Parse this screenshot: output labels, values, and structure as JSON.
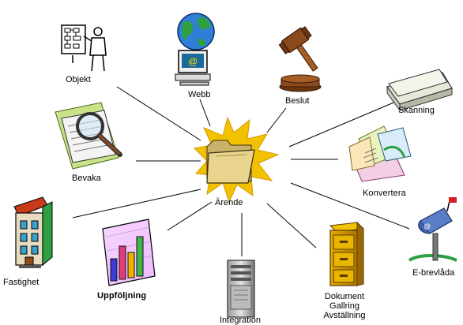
{
  "center": {
    "label": "Ärende",
    "icon": "folder-icon"
  },
  "nodes": [
    {
      "id": "objekt",
      "label": "Objekt",
      "icon": "presenter-flowchart-icon",
      "bold": false
    },
    {
      "id": "webb",
      "label": "Webb",
      "icon": "globe-computer-icon",
      "bold": false
    },
    {
      "id": "beslut",
      "label": "Beslut",
      "icon": "gavel-icon",
      "bold": false
    },
    {
      "id": "skanning",
      "label": "Skanning",
      "icon": "scanner-icon",
      "bold": false
    },
    {
      "id": "konvertera",
      "label": "Konvertera",
      "icon": "papers-icon",
      "bold": true
    },
    {
      "id": "e-brevlada",
      "label": "E-brevlåda",
      "icon": "mailbox-icon",
      "bold": false
    },
    {
      "id": "dokument",
      "label": "Dokument\nGallring\nAvställning",
      "icon": "file-cabinet-icon",
      "bold": false
    },
    {
      "id": "integration",
      "label": "Integration",
      "icon": "server-tower-icon",
      "bold": false
    },
    {
      "id": "uppfoljning",
      "label": "Uppföljning",
      "icon": "bar-chart-icon",
      "bold": true
    },
    {
      "id": "fastighet",
      "label": "Fastighet",
      "icon": "building-icon",
      "bold": false
    },
    {
      "id": "bevaka",
      "label": "Bevaka",
      "icon": "magnifier-document-icon",
      "bold": false
    }
  ],
  "colors": {
    "line": "#000000",
    "folder": "#e8d48c",
    "folder_burst": "#f2c200",
    "globe_sea": "#2f7fd8",
    "globe_land": "#2ea043",
    "wood": "#8a4b1c",
    "chart_bars": [
      "#3b3bd6",
      "#e23b7b",
      "#f0b400",
      "#3fb54a"
    ]
  }
}
